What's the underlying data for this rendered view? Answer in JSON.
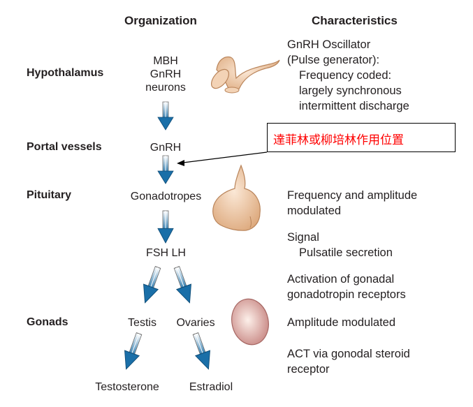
{
  "headers": {
    "organization": "Organization",
    "characteristics": "Characteristics"
  },
  "levels": {
    "hypothalamus": "Hypothalamus",
    "portal_vessels": "Portal vessels",
    "pituitary": "Pituitary",
    "gonads": "Gonads"
  },
  "organization": {
    "hypothalamus_lines": [
      "MBH",
      "GnRH",
      "neurons"
    ],
    "portal": "GnRH",
    "pituitary": "Gonadotropes",
    "hormones": "FSH LH",
    "testis": "Testis",
    "ovaries": "Ovaries",
    "testosterone": "Testosterone",
    "estradiol": "Estradiol"
  },
  "characteristics": {
    "hypothalamus": [
      "GnRH Oscillator",
      "(Pulse generator):",
      "Frequency coded:",
      "largely synchronous",
      "intermittent discharge"
    ],
    "pituitary": [
      "Frequency and amplitude",
      "modulated"
    ],
    "signal": [
      "Signal",
      "Pulsatile secretion"
    ],
    "activation": [
      "Activation of gonadal",
      "gonadotropin receptors"
    ],
    "gonads": [
      "Amplitude modulated"
    ],
    "act": [
      "ACT via gonodal steroid",
      "receptor"
    ]
  },
  "callout": {
    "text": "達菲林或柳培林作用位置",
    "text_color": "#ff0000"
  },
  "colors": {
    "arrow_blue": "#1a6fa8",
    "organ_tan": "#e7b98f",
    "ovary_pink": "#c98a86"
  }
}
